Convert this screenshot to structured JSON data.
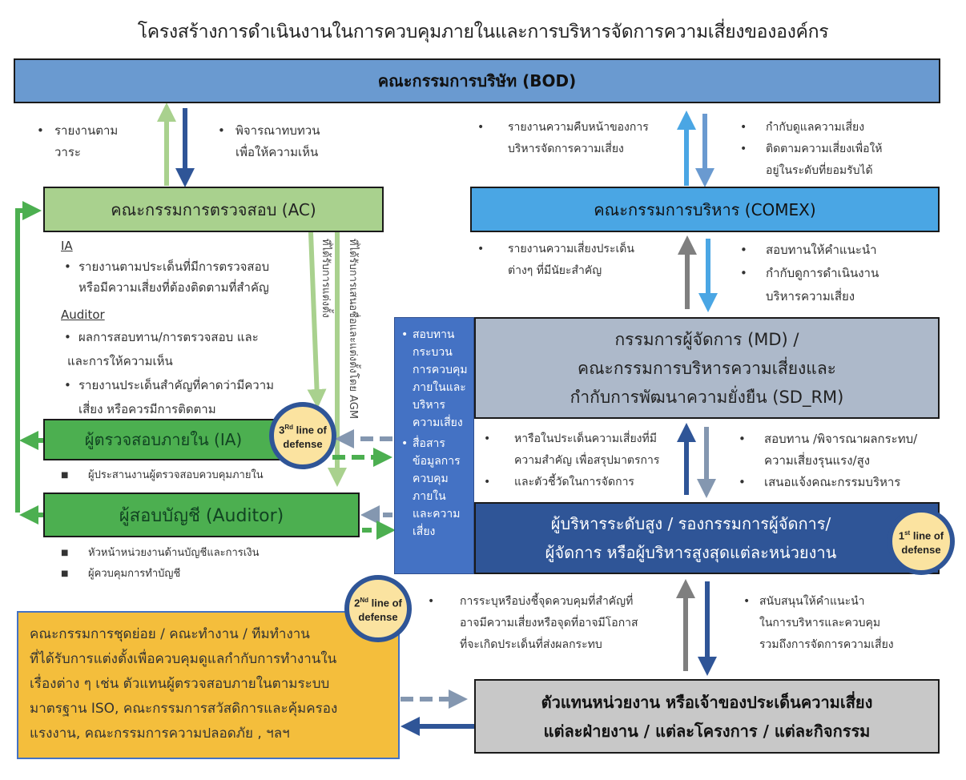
{
  "title": "โครงสร้างการดำเนินงานในการควบคุมภายในและการบริหารจัดการความเสี่ยงขององค์กร",
  "boxes": {
    "bod": "คณะกรรมการบริษัท (BOD)",
    "ac": "คณะกรรมการตรวจสอบ (AC)",
    "comex": "คณะกรรมการบริหาร (COMEX)",
    "md": [
      "กรรมการผู้จัดการ (MD) /",
      "คณะกรรมการบริหารความเสี่ยงและ",
      "กำกับการพัฒนาความยั่งยืน (SD_RM)"
    ],
    "ia": "ผู้ตรวจสอบภายใน (IA)",
    "auditor": "ผู้สอบบัญชี (Auditor)",
    "exec": [
      "ผู้บริหารระดับสูง / รองกรรมการผู้จัดการ/",
      "ผู้จัดการ หรือผู้บริหารสูงสุดแต่ละหน่วยงาน"
    ],
    "unit": [
      "ตัวแทนหน่วยงาน  หรือเจ้าของประเด็นความเสี่ยง",
      "แต่ละฝ่ายงาน / แต่ละโครงการ  / แต่ละกิจกรรม"
    ],
    "committees": [
      "คณะกรรมการชุดย่อย / คณะทำงาน / ทีมทำงาน",
      "ที่ได้รับการแต่งตั้งเพื่อควบคุมดูแลกำกับการทำงานใน",
      "เรื่องต่าง ๆ เช่น ตัวแทนผู้ตรวจสอบภายในตามระบบ",
      "มาตรฐาน ISO, คณะกรรมการสวัสดิการและคุ้มครอง",
      "แรงงาน, คณะกรรมการความปลอดภัย , ฯลฯ"
    ],
    "side": [
      "สอบทาน กระบวน การควบคุม ภายในและ บริหาร ความเสี่ยง",
      "สื่อสาร ข้อมูลการ ควบคุม ภายใน และความ เสี่ยง"
    ]
  },
  "defense": {
    "first": {
      "num": "1",
      "sup": "st",
      "text": " line of",
      "line2": "defense"
    },
    "second": {
      "num": "2",
      "sup": "Nd",
      "text": " line of",
      "line2": "defense"
    },
    "third": {
      "num": "3",
      "sup": "Rd",
      "text": " line of",
      "line2": "defense"
    }
  },
  "notes": {
    "bod_ac_left": [
      "รายงานตาม",
      "วาระ"
    ],
    "bod_ac_right": [
      "พิจารณาทบทวน",
      "เพื่อให้ความเห็น"
    ],
    "bod_comex_left": [
      "รายงานความคืบหน้าของการ",
      "บริหารจัดการความเสี่ยง"
    ],
    "bod_comex_right": [
      "กำกับดูแลความเสี่ยง",
      "ติดตามความเสี่ยงเพื่อให้",
      "อยู่ในระดับที่ยอมรับได้"
    ],
    "ac_ia_head": "IA",
    "ac_ia": [
      "รายงานตามประเด็นที่มีการตรวจสอบ",
      "หรือมีความเสี่ยงที่ต้องติดตามที่สำคัญ"
    ],
    "ac_auditor_head": "Auditor",
    "ac_auditor": [
      "ผลการสอบทาน/การตรวจสอบ และ",
      "และการให้ความเห็น",
      "รายงานประเด็นสำคัญที่คาดว่ามีความ",
      "เสี่ยง หรือควรมีการติดตาม"
    ],
    "comex_md_left": [
      "รายงานความเสี่ยงประเด็น",
      "ต่างๆ ที่มีนัยะสำคัญ"
    ],
    "comex_md_right": [
      "สอบทานให้คำแนะนำ",
      "กำกับดูการดำเนินงาน",
      "บริหารความเสี่ยง"
    ],
    "md_exec_left": [
      "หารือในประเด็นความเสี่ยงที่มี",
      "ความสำคัญ เพื่อสรุปมาตรการ",
      "และตัวชี้วัดในการจัดการ"
    ],
    "md_exec_right": [
      "สอบทาน /พิจารณาผลกระทบ/",
      "ความเสี่ยงรุนแรง/สูง",
      "เสนอแจ้งคณะกรรมบริหาร"
    ],
    "ia_sub": "ผู้ประสานงานผู้ตรวจสอบควบคุมภายใน",
    "auditor_sub": [
      "หัวหน้าหน่วยงานด้านบัญชีและการเงิน",
      "ผู้ควบคุมการทำบัญชี"
    ],
    "exec_unit_left": [
      "การระบุหรือบ่งชี้จุดควบคุมที่สำคัญที่",
      "อาจมีความเสี่ยงหรือจุดที่อาจมีโอกาส",
      "ที่จะเกิดประเด็นที่ส่งผลกระทบ"
    ],
    "exec_unit_right": [
      "สนับสนุนให้คำแนะนำ",
      "ในการบริหารและควบคุม",
      "รวมถึงการจัดการความเสี่ยง"
    ]
  },
  "vertical_labels": {
    "ia_appointed": "ที่ได้รับการแต่งตั้ง",
    "auditor_appointed": "ที่ได้รับการเสนอชื่อและแต่งตั้งโดย  AGM"
  },
  "colors": {
    "bod": "#6a9ad0",
    "ac": "#a9d18e",
    "comex": "#4aa6e4",
    "md": "#adb9ca",
    "ia_auditor": "#4caf50",
    "exec": "#2f5597",
    "unit": "#c8c8c8",
    "committees": "#f4be3c",
    "side": "#4472c4",
    "defense_fill": "#fbe3a0",
    "defense_ring": "#2f5597"
  }
}
